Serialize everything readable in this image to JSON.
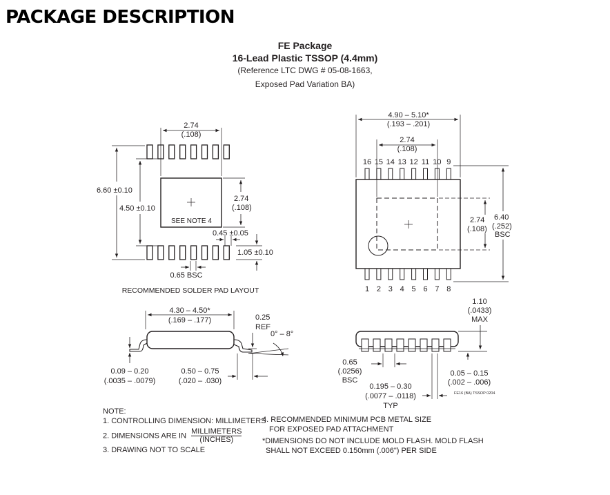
{
  "page_title": "PACKAGE DESCRIPTION",
  "header": {
    "package": "FE Package",
    "subtitle": "16-Lead Plastic TSSOP (4.4mm)",
    "ref_line1": "(Reference LTC DWG # 05-08-1663,",
    "ref_line2": "Exposed Pad Variation BA)"
  },
  "pad_layout": {
    "caption": "RECOMMENDED SOLDER PAD LAYOUT",
    "dim_top": "2.74",
    "dim_top_in": "(.108)",
    "dim_outer": "6.60 ±0.10",
    "dim_inner": "4.50 ±0.10",
    "dim_pad": "2.74",
    "dim_pad_in": "(.108)",
    "see_note": "SEE NOTE 4",
    "pad_width": "0.45 ±0.05",
    "pad_length": "1.05 ±0.10",
    "pitch": "0.65 BSC"
  },
  "top_view": {
    "length": "4.90 – 5.10*",
    "length_in": "(.193 – .201)",
    "pad": "2.74",
    "pad_in": "(.108)",
    "pad_v": "2.74",
    "pad_v_in": "(.108)",
    "width": "6.40",
    "width_in": "(.252)",
    "width_bsc": "BSC",
    "top_pins": [
      "16",
      "15",
      "14",
      "13",
      "12",
      "11",
      "10",
      "9"
    ],
    "bottom_pins": [
      "1",
      "2",
      "3",
      "4",
      "5",
      "6",
      "7",
      "8"
    ]
  },
  "side_view": {
    "body": "4.30 – 4.50*",
    "body_in": "(.169 – .177)",
    "ref": "0.25",
    "ref_label": "REF",
    "angle": "0° – 8°",
    "lead_thk": "0.09 – 0.20",
    "lead_thk_in": "(.0035 – .0079)",
    "foot": "0.50 – 0.75",
    "foot_in": "(.020 – .030)"
  },
  "end_view": {
    "height": "1.10",
    "height_in": "(.0433)",
    "height_max": "MAX",
    "pitch": "0.65",
    "pitch_in": "(.0256)",
    "pitch_bsc": "BSC",
    "lead_w": "0.195 – 0.30",
    "lead_w_in": "(.0077 – .0118)",
    "lead_w_typ": "TYP",
    "standoff": "0.05 – 0.15",
    "standoff_in": "(.002 – .006)",
    "drawing_id": "FE16 (BA) TSSOP 0204"
  },
  "notes": {
    "heading": "NOTE:",
    "n1": "1. CONTROLLING DIMENSION: MILLIMETERS",
    "n2_prefix": "2. DIMENSIONS ARE IN",
    "n2_num": "MILLIMETERS",
    "n2_den": "(INCHES)",
    "n3": "3. DRAWING NOT TO SCALE",
    "n4_line1": "4. RECOMMENDED MINIMUM PCB METAL SIZE",
    "n4_line2": "FOR EXPOSED PAD ATTACHMENT",
    "n5_line1": "*DIMENSIONS DO NOT INCLUDE MOLD FLASH. MOLD FLASH",
    "n5_line2": "SHALL NOT EXCEED 0.150mm (.006\") PER SIDE"
  }
}
